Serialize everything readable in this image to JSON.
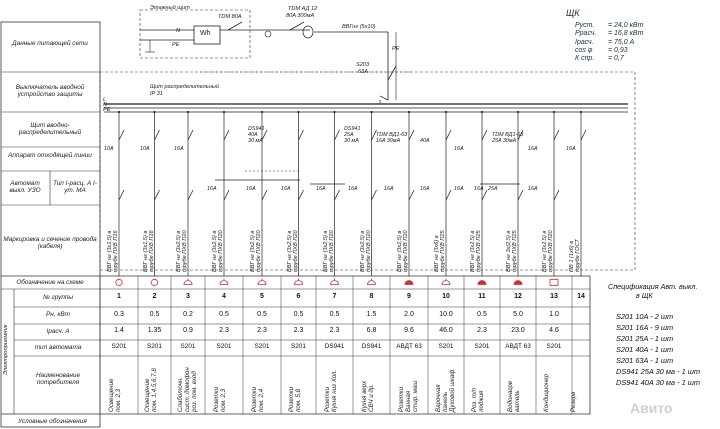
{
  "colors": {
    "line": "#222222",
    "dash": "#333333",
    "mark": "#d03030",
    "bg": "#ffffff"
  },
  "row_labels": {
    "supply": "Данные питающей сети",
    "input_switch": "Выключатель вводной устройство защиты",
    "panel": "Щит вводно- распределительный",
    "devices": "Аппарат отходящей линии",
    "auto": "Автомат выкл. УЗО",
    "type": "Тип I-расц. А I-ут. МА",
    "wiring": "Маркировка и сечение провода (кабеля)",
    "notation": "Обозначение на схеме",
    "group": "№ группы",
    "pkw": "Pн, кВт",
    "icalc": "Iрасч. А",
    "atype": "тип автомата",
    "consumers": "Наименование потребителя",
    "electrical": "Электроприемник",
    "legend": "Условные обозначения"
  },
  "top": {
    "floor_panel": "Этажный щит",
    "tdm80": "TDM 80A",
    "tdm_ad": "TDM АД 12",
    "tdm_ad_rating": "80A 300мА",
    "cable_in": "ВВГнг (5х10)",
    "pe": "PE",
    "n": "N",
    "wh": "Wh",
    "s203": "S203",
    "s203_rating": "63A",
    "panel_name": "Щит распределительный",
    "ip": "IP 31",
    "bus_l": "L",
    "bus_n": "N",
    "bus_pe": "PE"
  },
  "shk": {
    "title": "ЩК",
    "rows": [
      {
        "k": "Руст.",
        "v": "= 24,0 кВт"
      },
      {
        "k": "Ррасч.",
        "v": "= 16,8 кВт"
      },
      {
        "k": "Iрасч.",
        "v": "= 75,0  А"
      },
      {
        "k": "cos φ",
        "v": "= 0,93"
      },
      {
        "k": "К спр.",
        "v": "= 0,7"
      }
    ]
  },
  "breakers": [
    {
      "label": "10A"
    },
    {
      "label": "10A"
    },
    {
      "label": "16A"
    },
    {
      "label": "DS941\n40A\n30 мА"
    },
    {
      "label": "DS941\n25A\n30 мА"
    },
    {
      "label": "TDM ВД1-63\n16A 30мА"
    },
    {
      "label": "40A"
    },
    {
      "label": "16A"
    },
    {
      "label": "TDM ВД1-63\n25A 30мА"
    },
    {
      "label": "16A"
    },
    {
      "label": "16A"
    }
  ],
  "sub_breakers": [
    "16A",
    "16A",
    "16A",
    "16A",
    "16A",
    "16A",
    "16A",
    "16A",
    "16A",
    "25A",
    "16A"
  ],
  "wiring": [
    "ВВГ нг (3х1,5) в\nтрубе ПХВ П16",
    "ВВГ нг (3х1,5) в\nтрубе ПХВ П16",
    "ВВГ нг (3х2,5) в\nтрубе ПХВ П20",
    "ВВГ нг (3х2,5) в\nтрубе ПХВ П20",
    "ВВГ нг (3х2,5) в\nтрубе ПХВ П20",
    "ВВГ нг (3х2,5) в\nтрубе ПХВ П20",
    "ВВГ нг (3х2,5) в\nтрубе ПХВ П20",
    "ВВГ нг (3х2,5) в\nтрубе ПХВ П20",
    "ВВГ нг (3х2,5) в\nтрубе ПХВ П20",
    "ВВГ нг (3х6) в\nтрубе ПХВ П25",
    "ВВГ нг (3х2,5) в\nтрубе ПХВ П25",
    "ВВГ нг 3х(2,5) в\nтрубе ПХВ П25",
    "ВВГ нг (3х2,5) в\nтрубе ПХВ П20",
    "ПВ 1 (1х6) в\nтрубе ГОСТ"
  ],
  "table": {
    "groups": [
      "1",
      "2",
      "3",
      "4",
      "5",
      "6",
      "7",
      "8",
      "9",
      "10",
      "11",
      "12",
      "13",
      "14"
    ],
    "pkw": [
      "0.3",
      "0.5",
      "0.2",
      "0.5",
      "0.5",
      "0.5",
      "0.5",
      "1.5",
      "2.0",
      "10.0",
      "0.5",
      "5.0",
      "1.0",
      ""
    ],
    "icalc": [
      "1.4",
      "1.35",
      "0.9",
      "2.3",
      "2.3",
      "2.3",
      "2.3",
      "6.8",
      "9.6",
      "46.0",
      "2.3",
      "23.0",
      "4.6",
      ""
    ],
    "atype": [
      "S201",
      "S201",
      "S201",
      "S201",
      "S201",
      "S201",
      "DS941",
      "DS941",
      "АВДТ 63",
      "S201",
      "S201",
      "АВДТ 63",
      "S201",
      ""
    ],
    "consumers": [
      "Освещение\nпом. 2,3",
      "Освещение\nпом. 1,4,5,6,7,8",
      "Слаботочн.\nсист. домофон\nроз. пом. вход",
      "Розетки\nпом. 2,3",
      "Розетки\nпом. 2,4",
      "Розетки\nпом. 5,8",
      "Розетки\nКухня низ Хол.",
      "Кухня верх\nСВЧ и др.",
      "Розетки\nВанная\nстир. маш",
      "Варочная\nпанель\nДуховой шкаф",
      "Роз. т/п\nлоджия",
      "Водонагре\nватель",
      "Кондиционер",
      "Резерв"
    ]
  },
  "spec": {
    "title": "Спецификация Авт. выкл.",
    "subtitle": "в ЩК",
    "items": [
      "S201 10A   - 2 шт",
      "S201 16A   - 9 шт",
      "S201 25A   - 1 шт",
      "S201 40A   - 1 шт",
      "S201 63A   - 1 шт",
      "DS941 25A 30 ма - 1 шт",
      "DS941 40A 30 ма - 1 шт"
    ]
  },
  "watermark": "Авито"
}
